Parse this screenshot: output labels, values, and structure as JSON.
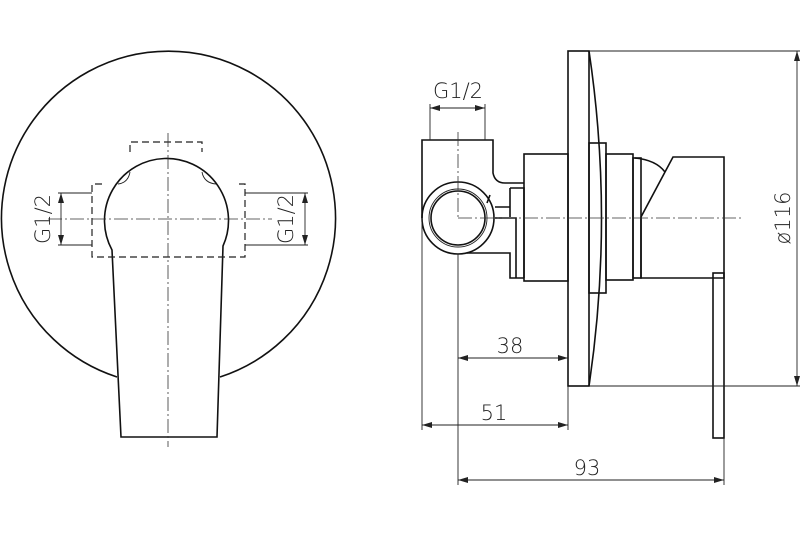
{
  "front_view": {
    "dim_left_label": "G1/2",
    "dim_right_label": "G1/2"
  },
  "side_view": {
    "dim_inlet_label": "G1/2",
    "dim_plate_diameter_label": "ø116",
    "dim_depth_inlet_label": "38",
    "dim_depth_body_label": "51",
    "dim_total_label": "93"
  }
}
